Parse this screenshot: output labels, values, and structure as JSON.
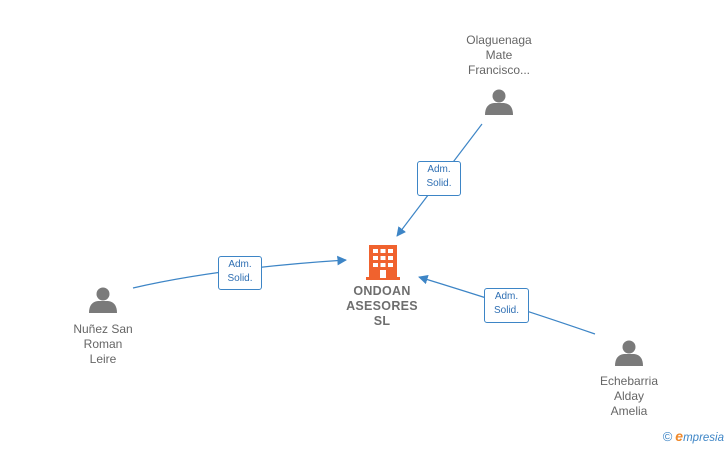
{
  "company": {
    "name": "ONDOAN\nASESORES\nSL",
    "icon": "building-icon",
    "color": "#f0622e"
  },
  "persons": [
    {
      "id": "olaguenaga",
      "name": "Olaguenaga\nMate\nFrancisco...",
      "icon": "person-icon"
    },
    {
      "id": "nunez",
      "name": "Nuñez San\nRoman\nLeire",
      "icon": "person-icon"
    },
    {
      "id": "echebarria",
      "name": "Echebarria\nAlday\nAmelia",
      "icon": "person-icon"
    }
  ],
  "edges": [
    {
      "from": "olaguenaga",
      "label": "Adm.\nSolid."
    },
    {
      "from": "nunez",
      "label": "Adm.\nSolid."
    },
    {
      "from": "echebarria",
      "label": "Adm.\nSolid."
    }
  ],
  "colors": {
    "edge": "#3d85c6",
    "person": "#7a7a7a",
    "text": "#666666"
  },
  "brand": {
    "copyright": "©",
    "name": "mpresia",
    "initial": "e"
  }
}
